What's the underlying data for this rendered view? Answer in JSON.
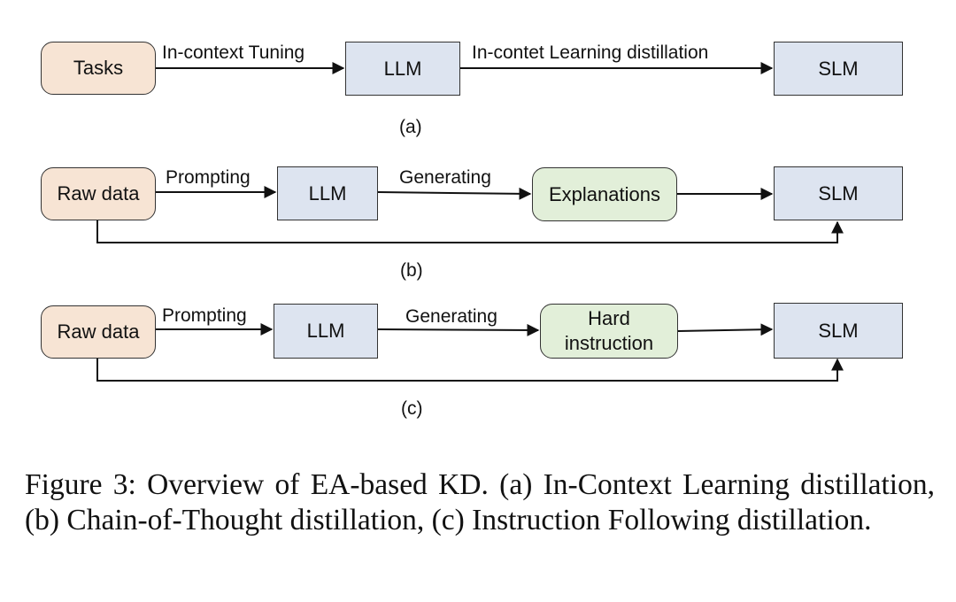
{
  "colors": {
    "source_fill": "#f7e4d4",
    "model_fill": "#dde4f0",
    "output_fill": "#e2efd9",
    "stroke": "#333333"
  },
  "panel_a": {
    "source": "Tasks",
    "teacher": "LLM",
    "student": "SLM",
    "edge_1": "In-context Tuning",
    "edge_2": "In-contet Learning distillation",
    "sublabel": "(a)"
  },
  "panel_b": {
    "source": "Raw data",
    "teacher": "LLM",
    "output": "Explanations",
    "student": "SLM",
    "edge_1": "Prompting",
    "edge_2": "Generating",
    "sublabel": "(b)"
  },
  "panel_c": {
    "source": "Raw data",
    "teacher": "LLM",
    "output": "Hard\ninstruction",
    "student": "SLM",
    "edge_1": "Prompting",
    "edge_2": "Generating",
    "sublabel": "(c)"
  },
  "caption": "Figure 3: Overview of EA-based KD. (a) In-Context Learning distillation, (b) Chain-of-Thought distillation, (c) Instruction Following distillation."
}
